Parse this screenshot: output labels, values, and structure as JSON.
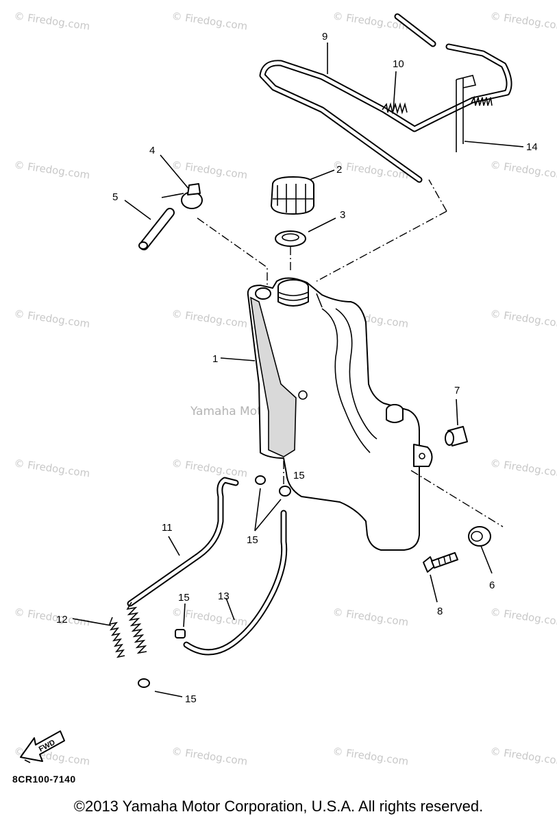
{
  "watermark": {
    "text": "© Firedog.com",
    "center_text": "Yamaha Motor Corp, U.S.A"
  },
  "callouts": [
    "1",
    "2",
    "3",
    "4",
    "5",
    "6",
    "7",
    "8",
    "9",
    "10",
    "11",
    "12",
    "13",
    "14",
    "15",
    "15",
    "15",
    "15"
  ],
  "fwd_label": "FWD",
  "diagram_code": "8CR100-7140",
  "copyright": "©2013 Yamaha Motor Corporation, U.S.A. All rights reserved."
}
